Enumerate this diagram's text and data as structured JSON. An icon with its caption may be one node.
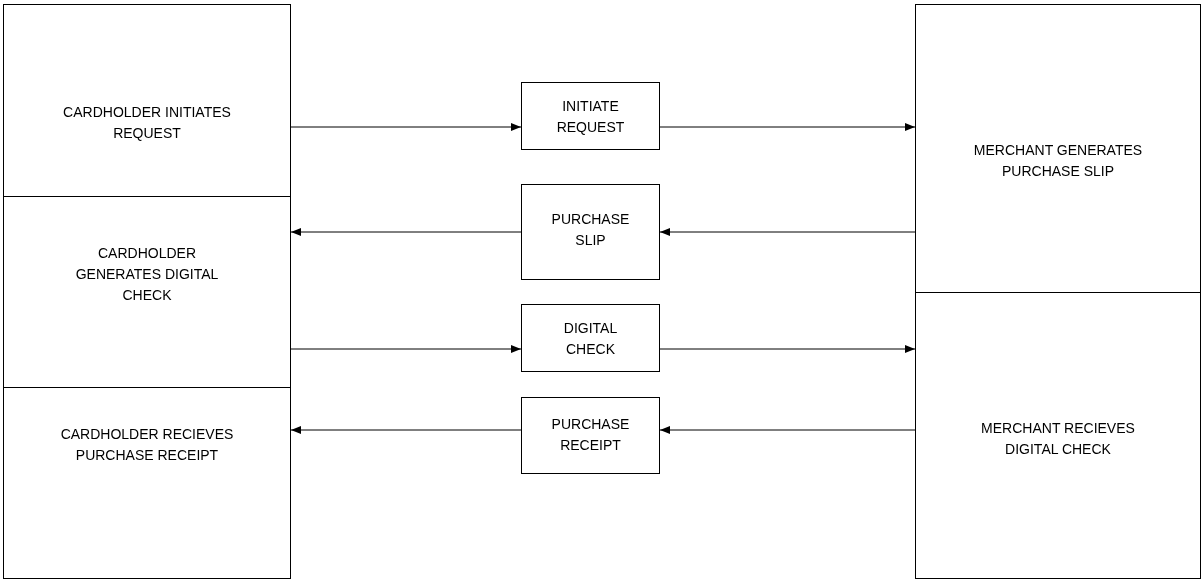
{
  "diagram": {
    "nodes": [
      {
        "text": [
          "CARDHOLDER INITIATES REQUEST"
        ]
      },
      {
        "text": [
          "CARDHOLDER GENERATES DIGITAL CHECK"
        ]
      },
      {
        "text": [
          "CARDHOLDER RECIEVES PURCHASE RECEIPT"
        ]
      },
      {
        "text": [
          "INITIATE REQUEST"
        ]
      },
      {
        "text": [
          "PURCHASE SLIP"
        ]
      },
      {
        "text": [
          "DIGITAL CHECK"
        ]
      },
      {
        "text": [
          "PURCHASE RECEIPT"
        ]
      },
      {
        "text": [
          "MERCHANT GENERATES PURCHASE SLIP"
        ]
      },
      {
        "text": [
          "MERCHANT RECIEVES DIGITAL CHECK"
        ]
      }
    ],
    "edges": [
      {
        "from": 0,
        "to": 3,
        "arrow": "to"
      },
      {
        "from": 3,
        "to": 7,
        "arrow": "to"
      },
      {
        "from": 7,
        "to": 4,
        "arrow": "to"
      },
      {
        "from": 4,
        "to": 1,
        "arrow": "to"
      },
      {
        "from": 1,
        "to": 5,
        "arrow": "to"
      },
      {
        "from": 5,
        "to": 8,
        "arrow": "to"
      },
      {
        "from": 8,
        "to": 6,
        "arrow": "to"
      },
      {
        "from": 6,
        "to": 2,
        "arrow": "to"
      }
    ]
  }
}
